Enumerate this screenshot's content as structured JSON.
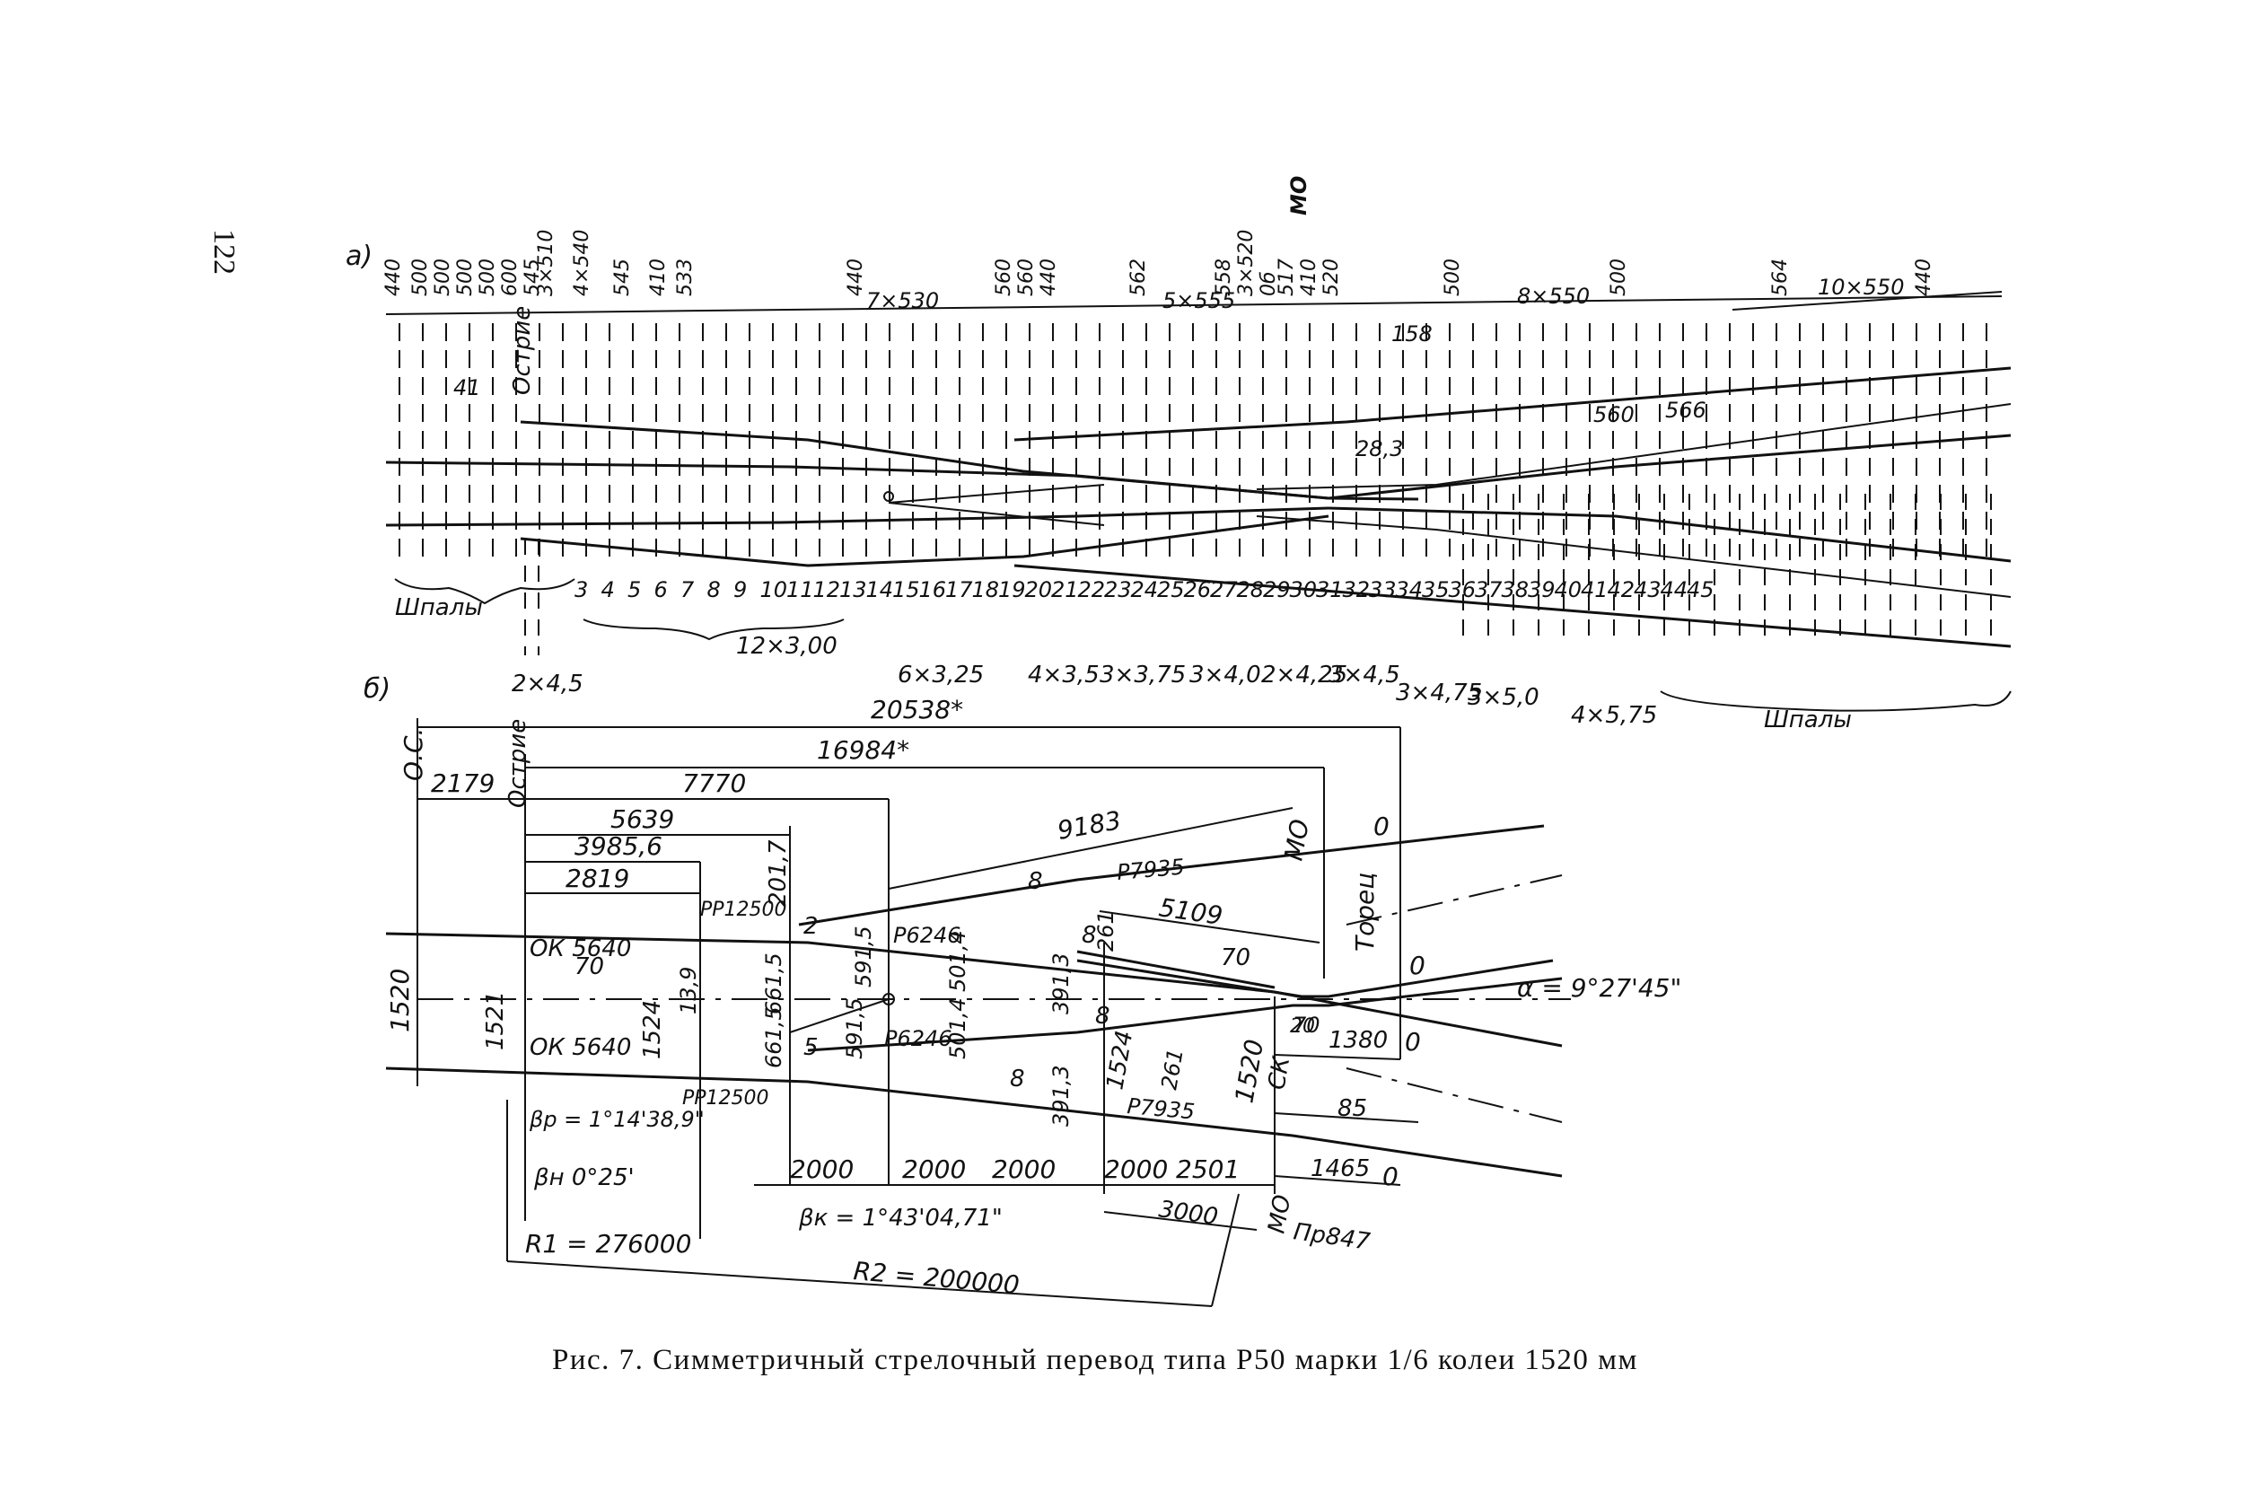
{
  "page_number": "122",
  "caption": "Рис. 7. Симметричный стрелочный перевод типа Р50 марки 1/6 колеи 1520 мм",
  "panel_a": {
    "label": "а)",
    "top_dims": [
      "440",
      "500",
      "500",
      "500",
      "500",
      "600",
      "545",
      "3×510",
      "4×540",
      "545",
      "410",
      "533",
      "7×530",
      "440",
      "560",
      "560",
      "440",
      "5×555",
      "562",
      "558",
      "3×520",
      "0б",
      "517",
      "410",
      "520",
      "8×550",
      "500",
      "500",
      "10×550",
      "564",
      "440"
    ],
    "top_marks": {
      "mo": "МО",
      "ostrie": "Острие",
      "d41": "41",
      "d158": "158",
      "d283": "28,3",
      "d560": "560",
      "d566": "566"
    },
    "sleeper_numbers": [
      "3",
      "4",
      "5",
      "6",
      "7",
      "8",
      "9",
      "10",
      "11",
      "12",
      "13",
      "14",
      "15",
      "16",
      "17",
      "18",
      "19",
      "20",
      "21",
      "22",
      "23",
      "24",
      "25",
      "26",
      "27",
      "28",
      "29",
      "30",
      "31",
      "32",
      "33",
      "34",
      "35",
      "36",
      "37",
      "38",
      "39",
      "40",
      "41",
      "42",
      "43",
      "44",
      "45"
    ],
    "groups": [
      "Шпалы",
      "2×4,5",
      "12×3,00",
      "6×3,25",
      "4×3,5",
      "3×3,75",
      "3×4,0",
      "2×4,25",
      "3×4,5",
      "3×4,75",
      "3×5,0",
      "4×5,75",
      "Шпалы"
    ]
  },
  "panel_b": {
    "label": "б)",
    "dims": {
      "d20538": "20538*",
      "d16984": "16984*",
      "d7770": "7770",
      "d5639": "5639",
      "d39856": "3985,6",
      "d2819": "2819",
      "d2179": "2179",
      "d2017": "201,7",
      "d9183": "9183",
      "d5109": "5109",
      "d1520": "1520",
      "d1521": "1521",
      "d1524": "1524",
      "d139": "13,9",
      "d6615a": "661,5",
      "d6615b": "661,5",
      "d5915a": "591,5",
      "d5915b": "591,5",
      "d5014a": "501,4",
      "d5014b": "501,4",
      "d3913a": "391,3",
      "d3913b": "391,3",
      "d1524b": "1524",
      "d261a": "261",
      "d261b": "261",
      "d1520b": "1520",
      "d1380": "1380",
      "d85": "85",
      "d1465": "1465",
      "d3000": "3000",
      "d70a": "70",
      "d70b": "70",
      "d70c": "70",
      "d20": "20",
      "d8a": "8",
      "d8b": "8",
      "d8c": "8",
      "d8d": "8",
      "d5": "5",
      "d2": "2",
      "d0a": "0",
      "d0b": "0",
      "d0c": "0",
      "d0d": "0"
    },
    "labels": {
      "oc": "О.С.",
      "ostrie": "Острие",
      "mo1": "МО",
      "mo2": "МО",
      "torets": "Торец",
      "ok1": "ОК 5640",
      "ok2": "ОК 5640",
      "pr1": "РР12500",
      "pr2": "РР12500",
      "p6246a": "Р6246",
      "p6246b": "Р6246",
      "p7935a": "Р7935",
      "p7935b": "Р7935",
      "ck": "СК",
      "pr847": "Пр847",
      "alpha": "α = 9°27'45\"",
      "beta_r": "βр = 1°14'38,9\"",
      "beta_n": "βн 0°25'",
      "beta_k": "βк = 1°43'04,71\"",
      "r1": "R1 = 276000",
      "r2": "R2 = 200000"
    },
    "bottom_dims": [
      "2000",
      "2000",
      "2000",
      "2000",
      "2501"
    ]
  }
}
